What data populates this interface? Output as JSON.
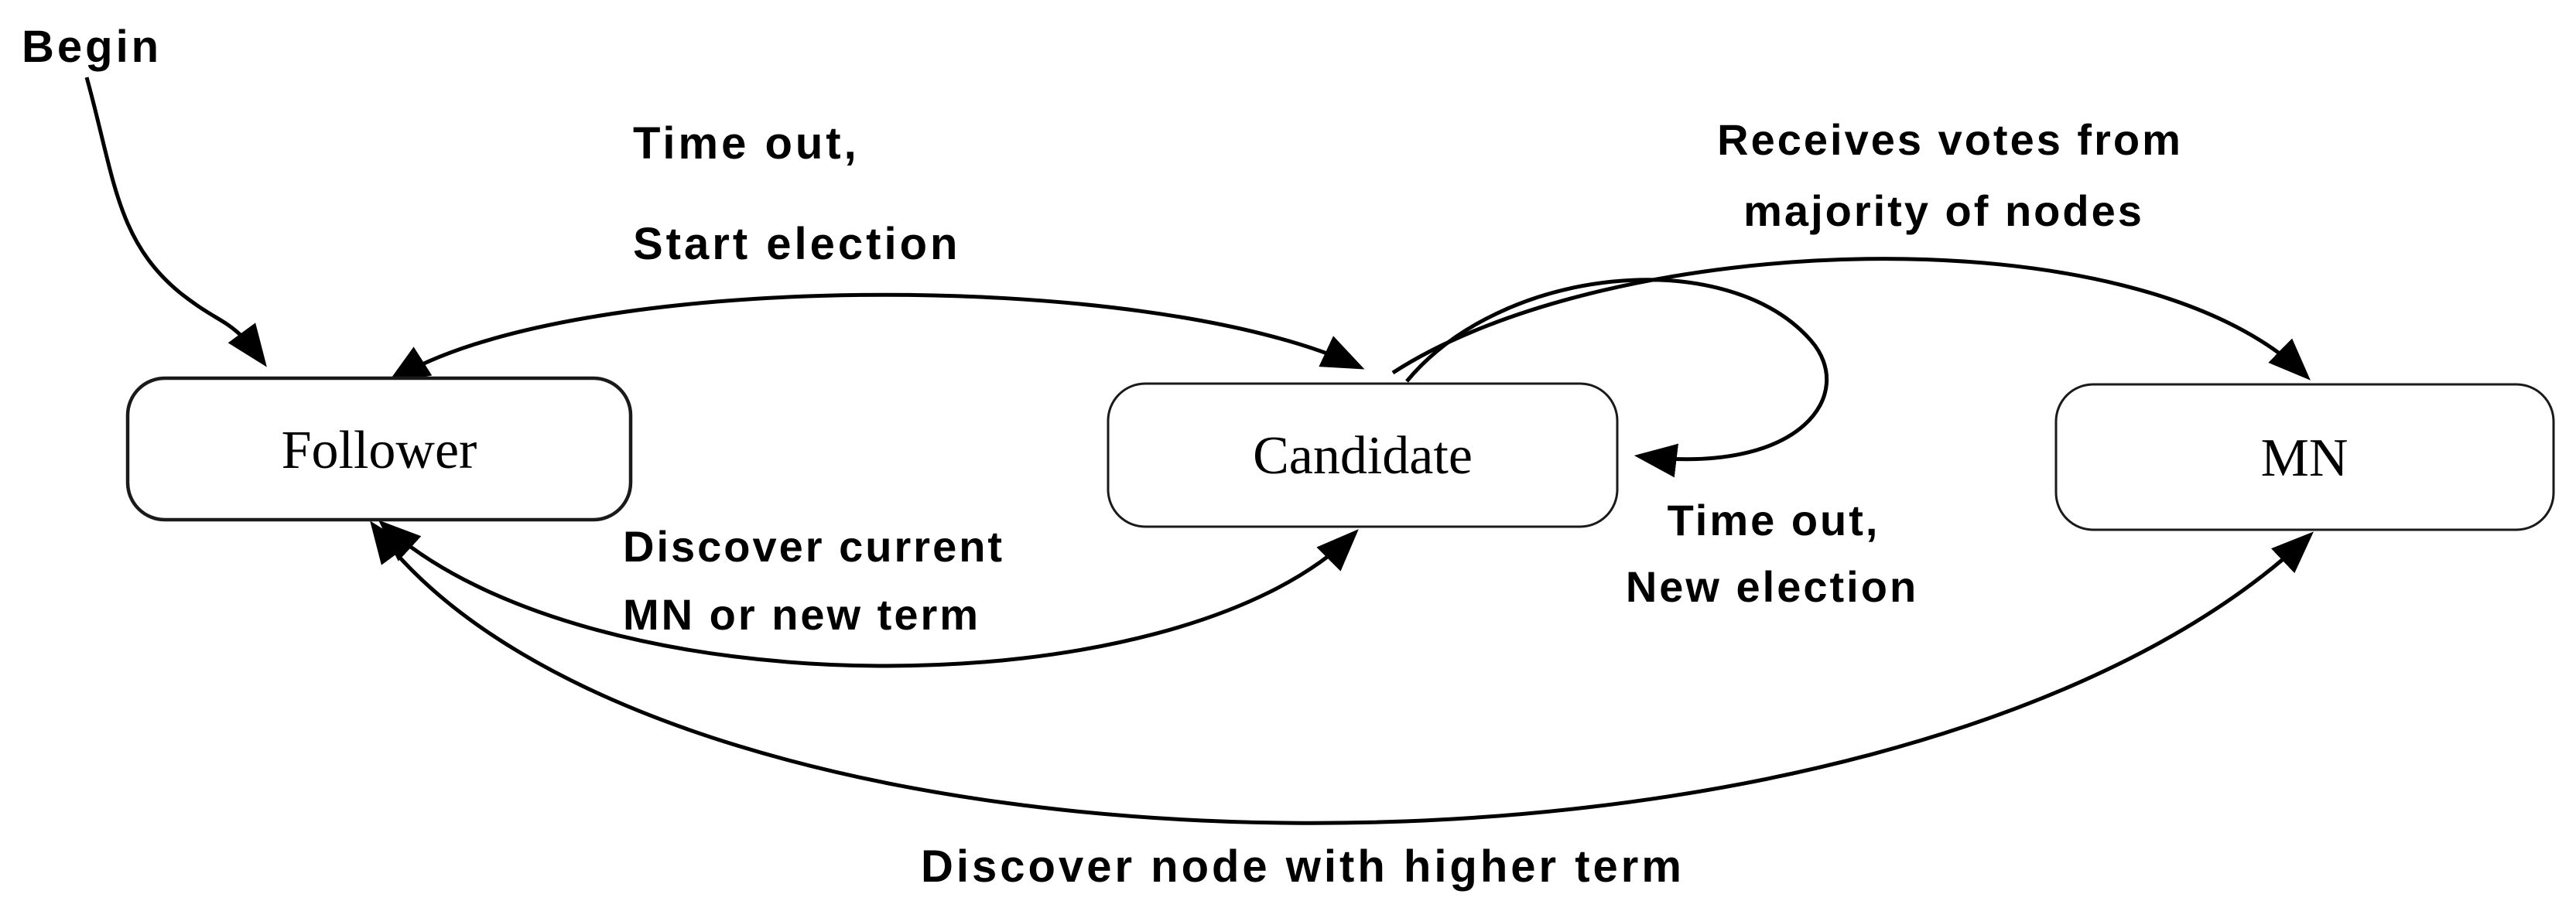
{
  "page": {
    "background": "#ffffff"
  },
  "diagram": {
    "type": "state-machine",
    "nodes": [
      {
        "id": "follower",
        "label": "Follower"
      },
      {
        "id": "candidate",
        "label": "Candidate"
      },
      {
        "id": "mn",
        "label": "MN"
      }
    ],
    "edges": [
      {
        "id": "begin",
        "from": "start",
        "to": "follower",
        "bidirectional_arrowheads": false,
        "label_lines": [
          "Begin"
        ]
      },
      {
        "id": "follower-candidate-top",
        "from": "follower",
        "to": "candidate",
        "bidirectional_arrowheads": true,
        "label_lines": [
          "Time out,",
          "Start election"
        ]
      },
      {
        "id": "candidate-mn-top",
        "from": "candidate",
        "to": "mn",
        "bidirectional_arrowheads": false,
        "label_lines": [
          "Receives votes from",
          "majority of nodes"
        ]
      },
      {
        "id": "candidate-follower-bottom",
        "from": "candidate",
        "to": "follower",
        "bidirectional_arrowheads": true,
        "label_lines": [
          "Discover current",
          "MN or new term"
        ]
      },
      {
        "id": "candidate-self-loop",
        "from": "candidate",
        "to": "candidate",
        "bidirectional_arrowheads": false,
        "label_lines": [
          "Time out,",
          "New election"
        ]
      },
      {
        "id": "mn-follower-bottom",
        "from": "mn",
        "to": "follower",
        "bidirectional_arrowheads": true,
        "label_lines": [
          "Discover node with higher term"
        ]
      }
    ],
    "colors": {
      "line": "#000000",
      "text": "#000000",
      "node_fill": "#ffffff",
      "node_border": "#1a1a1a"
    }
  }
}
